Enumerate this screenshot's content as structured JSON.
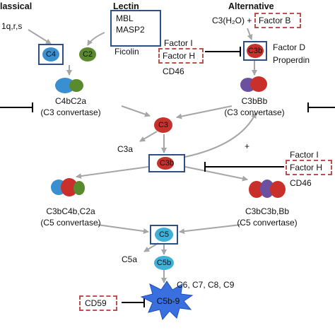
{
  "pathways": {
    "classical": "lassical",
    "lectin": "Lectin",
    "alternative": "Alternative"
  },
  "classical_input": "1q,r,s",
  "lectin_items": [
    "MBL",
    "MASP2",
    "Ficolin"
  ],
  "alternative_input": {
    "c3h2o": "C3(H₂O) +",
    "factor_b": "Factor B"
  },
  "regulators_top": {
    "factor_i": "Factor I",
    "factor_h": "Factor H",
    "cd46": "CD46"
  },
  "alt_factors": {
    "factor_d": "Factor D",
    "properdin": "Properdin"
  },
  "molecules": {
    "c4": "C4",
    "c2": "C2",
    "c3_upper": "C3",
    "c3b_alt": "C3b",
    "c3b_center": "C3b",
    "c5": "C5",
    "c5b": "C5b",
    "c5b9": "C5b-9"
  },
  "convertases": {
    "c4bc2a": "C4bC2a",
    "c4bc2a_sub": "(C3 convertase)",
    "c3bbb": "C3bBb",
    "c3bbb_sub": "(C3 convertase)",
    "c3bc4b": "C3bC4b,C2a",
    "c3bc4b_sub": "(C5 convertase)",
    "c3bc3b": "C3bC3b,Bb",
    "c3bc3b_sub": "(C5 convertase)"
  },
  "fragments": {
    "c3a": "C3a",
    "c5a": "C5a",
    "terminal": "C6, C7, C8, C9",
    "plus": "+"
  },
  "regulators_mid": {
    "factor_i": "Factor I",
    "factor_h": "Factor H",
    "cd46": "CD46"
  },
  "cd59": "CD59",
  "colors": {
    "arrow": "#a6a6a6",
    "inhibitor": "#000000",
    "blue_box": "#2d4f84",
    "red_dashed": "#c0504d",
    "c4_blue": "#3a8fd0",
    "c2_green": "#5a8a2e",
    "c3_red": "#c9302c",
    "c3bbb_purple": "#6b4fa0",
    "c5_cyan": "#3fb0d8",
    "mac_blue": "#3a6fe0"
  }
}
